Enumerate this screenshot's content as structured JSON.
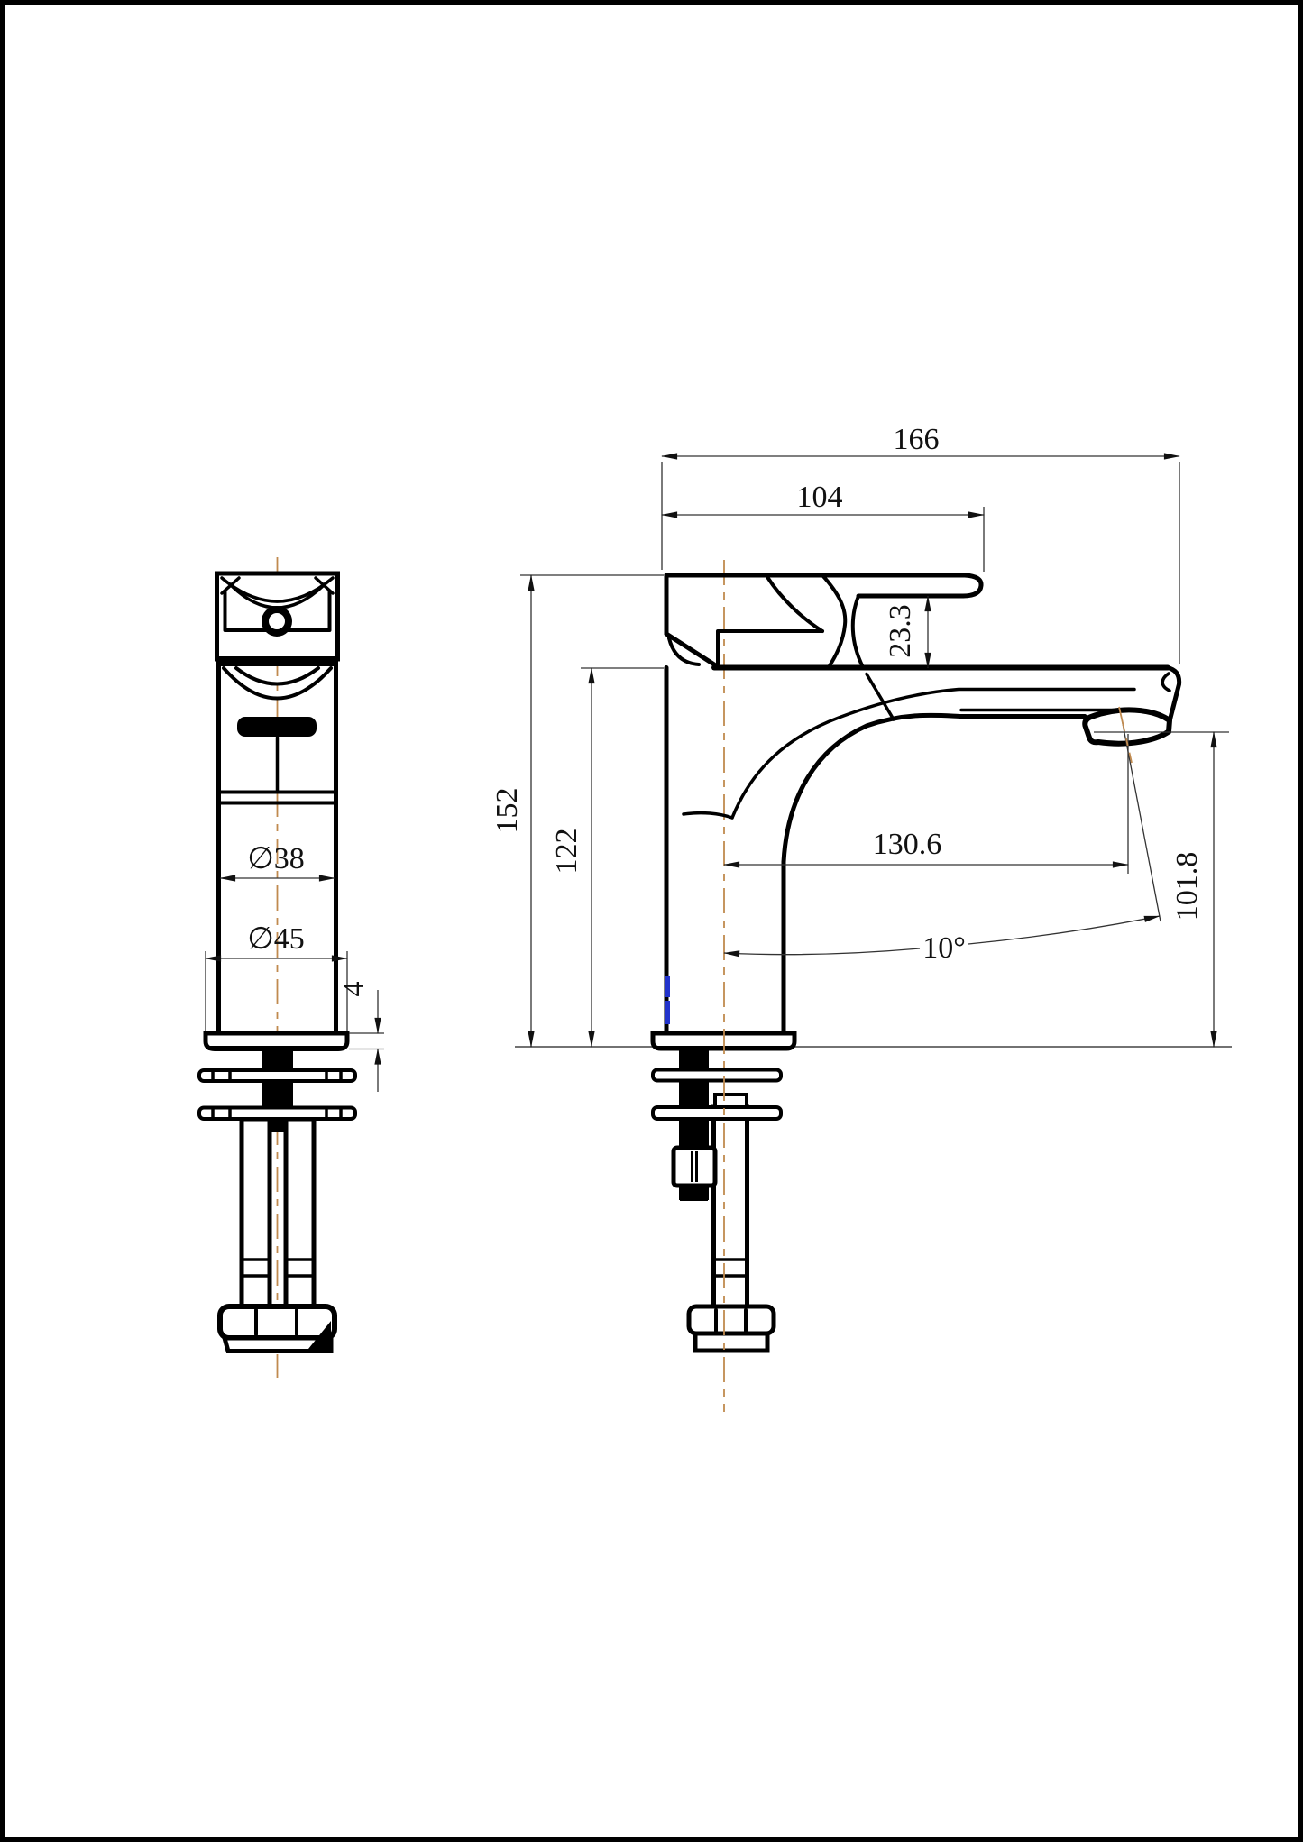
{
  "front_view": {
    "dims": {
      "body_diameter": "∅38",
      "base_diameter": "∅45",
      "base_plate_thickness": "4"
    }
  },
  "side_view": {
    "dims": {
      "overall_length": "166",
      "handle_length": "104",
      "handle_underside_height": "23.3",
      "overall_height": "152",
      "body_height": "122",
      "spout_reach": "130.6",
      "outlet_height": "101.8",
      "outlet_angle": "10°"
    }
  },
  "colors": {
    "line": "#000000",
    "dimension_text": "#111111",
    "centerline": "#c08a4f",
    "mark_blue": "#2233cc"
  }
}
